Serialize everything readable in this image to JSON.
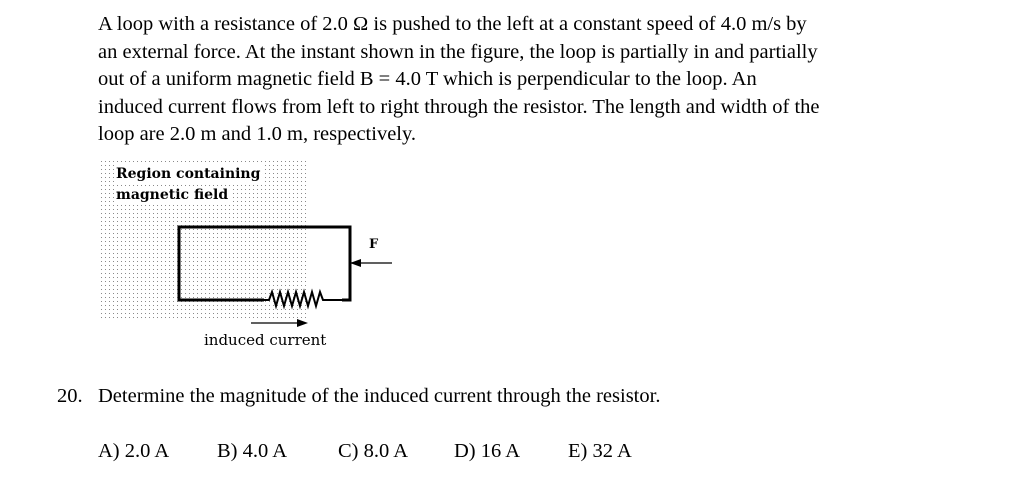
{
  "problem": {
    "lines": [
      "A loop with a resistance of 2.0 Ω is pushed to the left at a constant speed of 4.0 m/s by",
      "an external force.  At the instant shown in the figure, the loop is partially in and partially",
      "out of a uniform magnetic field B = 4.0 T which is perpendicular to the loop.  An",
      "induced current flows from left to right through the resistor.  The length and width of the",
      "loop are 2.0 m and 1.0 m, respectively."
    ]
  },
  "figure": {
    "region_label_line1": "Region containing",
    "region_label_line2": "magnetic field",
    "force_label": "F",
    "current_label": "induced current"
  },
  "question": {
    "number": "20.",
    "text": "Determine the magnitude of the induced current through the resistor."
  },
  "choices": [
    "A) 2.0 A",
    "B) 4.0 A",
    "C) 8.0 A",
    "D) 16 A",
    "E) 32 A"
  ]
}
